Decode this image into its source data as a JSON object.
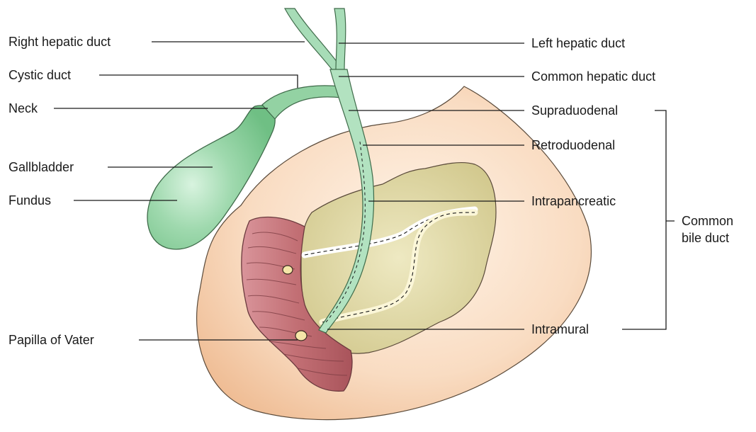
{
  "labels": {
    "right_hepatic_duct": "Right hepatic duct",
    "left_hepatic_duct": "Left hepatic duct",
    "cystic_duct": "Cystic duct",
    "common_hepatic_duct": "Common hepatic duct",
    "neck": "Neck",
    "supraduodenal": "Supraduodenal",
    "retroduodenal": "Retroduodenal",
    "gallbladder": "Gallbladder",
    "fundus": "Fundus",
    "intrapancreatic": "Intrapancreatic",
    "common_bile_duct_line1": "Common",
    "common_bile_duct_line2": "bile duct",
    "papilla_of_vater": "Papilla of  Vater",
    "intramural": "Intramural"
  },
  "colors": {
    "stomach": "#f3c9a6",
    "pancreas": "#dcd49c",
    "duct": "#a7dcb7",
    "gallbladder": "#8fd09f",
    "duodenum": "#c26f74",
    "lines": "#1a1a1a"
  }
}
